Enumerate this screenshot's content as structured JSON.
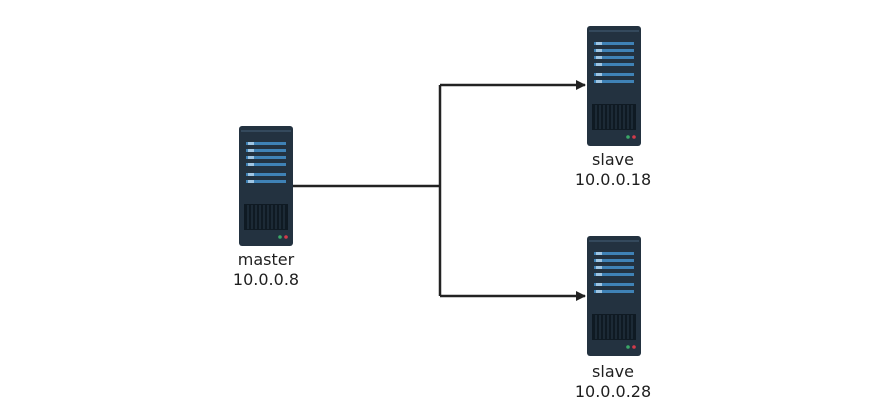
{
  "nodes": {
    "master": {
      "role": "master",
      "ip": "10.0.0.8",
      "icon": "server-icon"
    },
    "slave1": {
      "role": "slave",
      "ip": "10.0.0.18",
      "icon": "server-icon"
    },
    "slave2": {
      "role": "slave",
      "ip": "10.0.0.28",
      "icon": "server-icon"
    }
  },
  "edges": [
    {
      "from": "master",
      "to": "slave1"
    },
    {
      "from": "master",
      "to": "slave2"
    }
  ],
  "colors": {
    "server_body": "#233240",
    "server_stripe": "#3f82b6",
    "server_grille": "#0f1a23",
    "led_green": "#3aa868",
    "led_red": "#d33a4a",
    "connector": "#222222"
  }
}
